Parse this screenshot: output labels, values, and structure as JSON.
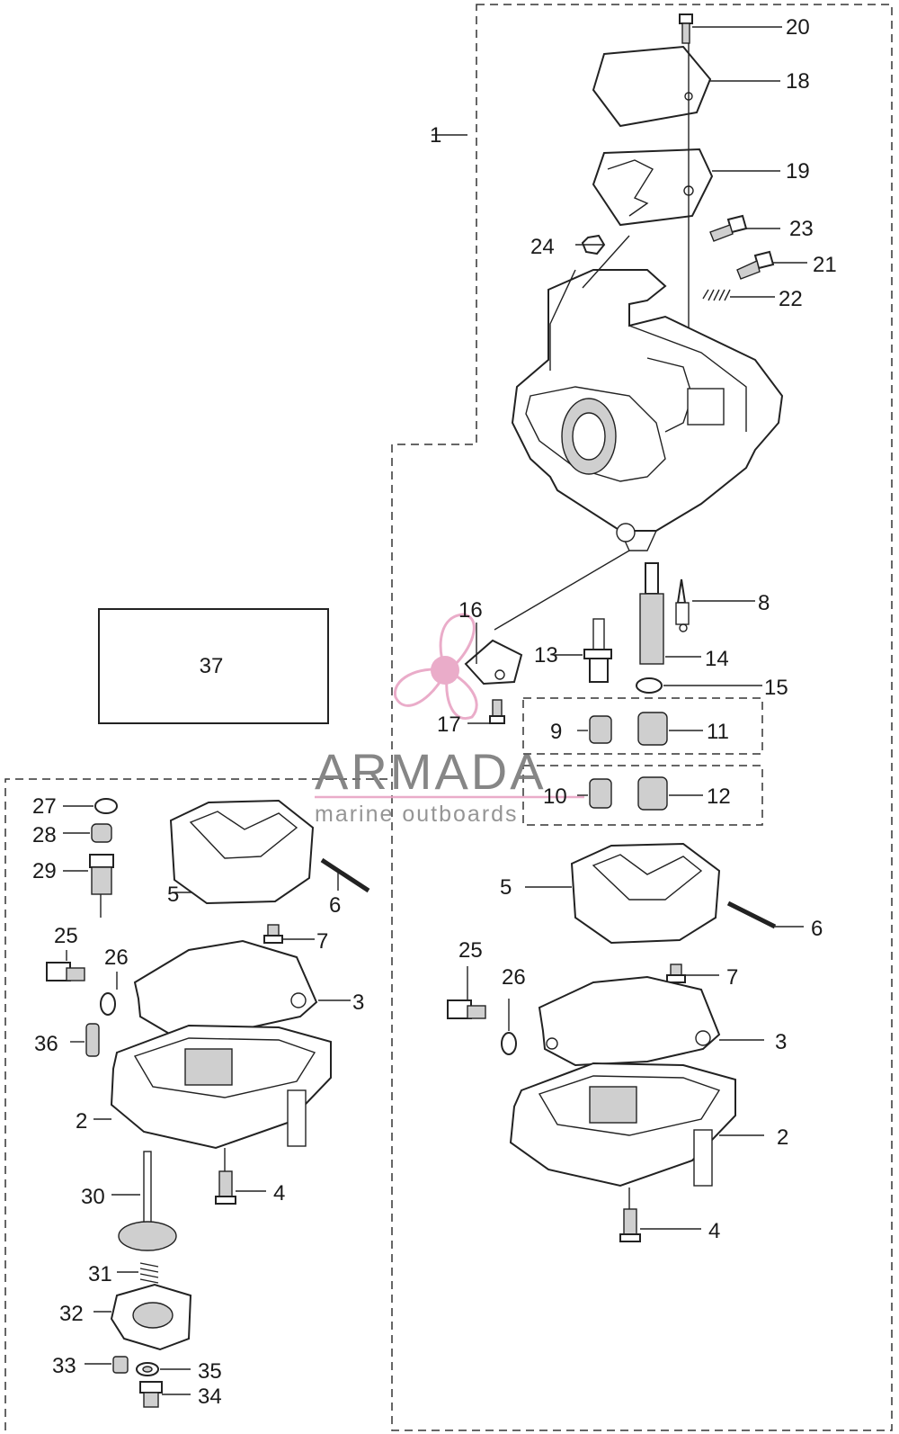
{
  "brand": {
    "name": "ARMADA",
    "tagline": "marine outboards",
    "color": "#e8a4c4"
  },
  "labels": {
    "p1": "1",
    "p2_left": "2",
    "p2_right": "2",
    "p3_left": "3",
    "p3_right": "3",
    "p4_left": "4",
    "p4_right": "4",
    "p5_left": "5",
    "p5_right": "5",
    "p6_left": "6",
    "p6_right": "6",
    "p7_left": "7",
    "p7_right": "7",
    "p8": "8",
    "p9": "9",
    "p10": "10",
    "p11": "11",
    "p12": "12",
    "p13": "13",
    "p14": "14",
    "p15": "15",
    "p16": "16",
    "p17": "17",
    "p18": "18",
    "p19": "19",
    "p20": "20",
    "p21": "21",
    "p22": "22",
    "p23": "23",
    "p24": "24",
    "p25_left": "25",
    "p25_right": "25",
    "p26_left": "26",
    "p26_right": "26",
    "p27": "27",
    "p28": "28",
    "p29": "29",
    "p30": "30",
    "p31": "31",
    "p32": "32",
    "p33": "33",
    "p34": "34",
    "p35": "35",
    "p36": "36",
    "p37": "37"
  }
}
